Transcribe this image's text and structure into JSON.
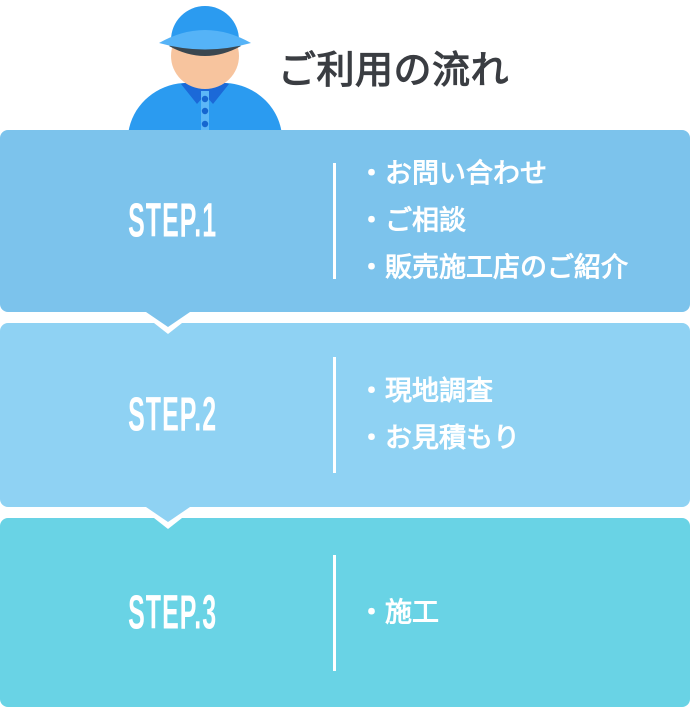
{
  "header": {
    "title": "ご利用の流れ"
  },
  "icons": {
    "worker": "worker-in-blue-cap",
    "step_arrow": "chevron-down"
  },
  "steps": [
    {
      "label": "STEP.1",
      "items": [
        "・お問い合わせ",
        "・ご相談",
        "・販売施工店のご紹介"
      ],
      "bg": "#7CC3EC"
    },
    {
      "label": "STEP.2",
      "items": [
        "・現地調査",
        "・お見積もり"
      ],
      "bg": "#8FD2F3"
    },
    {
      "label": "STEP.3",
      "items": [
        "・施工"
      ],
      "bg": "#69D3E5"
    }
  ],
  "colors": {
    "title_text": "#3A3D42",
    "step_text": "#FFFFFF",
    "divider": "#FFFFFF",
    "arrow_outline": "#FFFFFF",
    "worker_shirt": "#2B9BF0",
    "worker_collar": "#1B69D8",
    "worker_placket": "#5CB7F7",
    "worker_button": "#1566D0",
    "worker_cap": "#2B9BF0",
    "worker_cap_brim": "#55B3F7",
    "worker_cap_shadow": "#3A4750",
    "worker_face": "#F7C49E",
    "worker_neck": "#EFA877"
  }
}
